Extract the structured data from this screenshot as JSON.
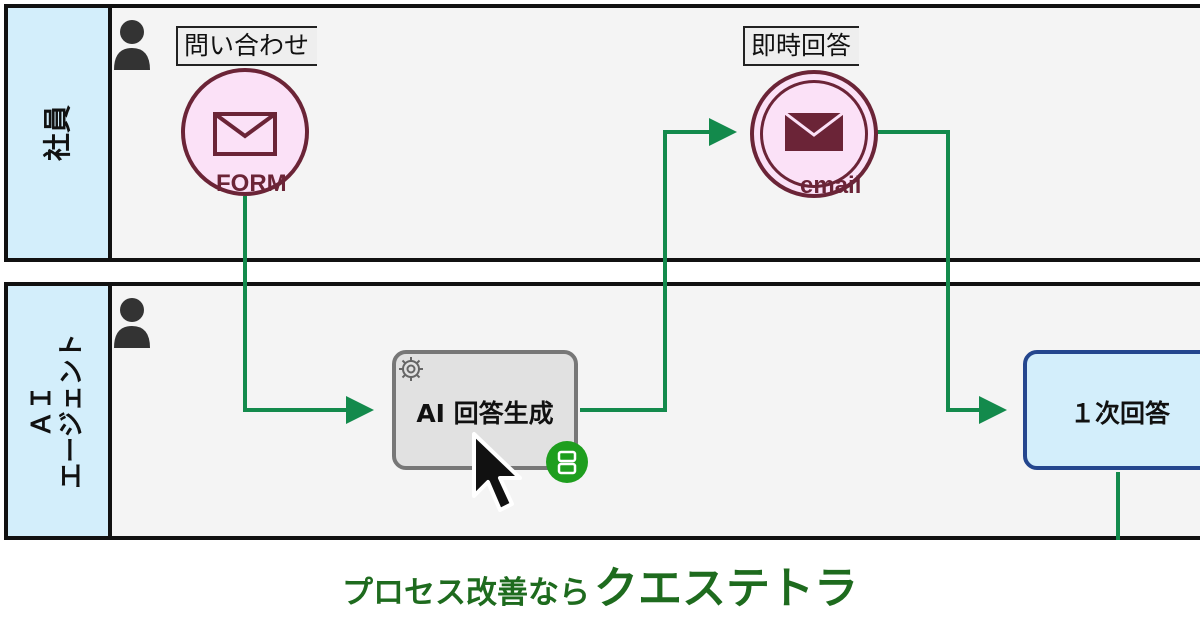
{
  "lanes": [
    {
      "label": "社員"
    },
    {
      "label_line1": "ＡＩ",
      "label_line2": "エージェント"
    }
  ],
  "annotations": {
    "inquiry": "問い合わせ",
    "instant_reply": "即時回答"
  },
  "events": {
    "start": {
      "label": "FORM",
      "icon": "envelope-icon"
    },
    "end": {
      "label": "email",
      "icon": "envelope-icon"
    }
  },
  "tasks": {
    "ai_generate": {
      "label": "AI 回答生成",
      "type_icon": "gear-icon",
      "badge_icon": "robot-icon"
    },
    "first_reply": {
      "label": "１次回答"
    }
  },
  "banner": {
    "small": "プロセス改善なら",
    "big": "クエステトラ"
  },
  "colors": {
    "flow": "#138a4c",
    "event_border": "#6b2437",
    "event_fill": "#fbe1f7",
    "lane_label_bg": "#d3eefb",
    "banner": "#1e6b1e",
    "robot_badge": "#1e9e1e",
    "first_reply_border": "#24468e"
  }
}
